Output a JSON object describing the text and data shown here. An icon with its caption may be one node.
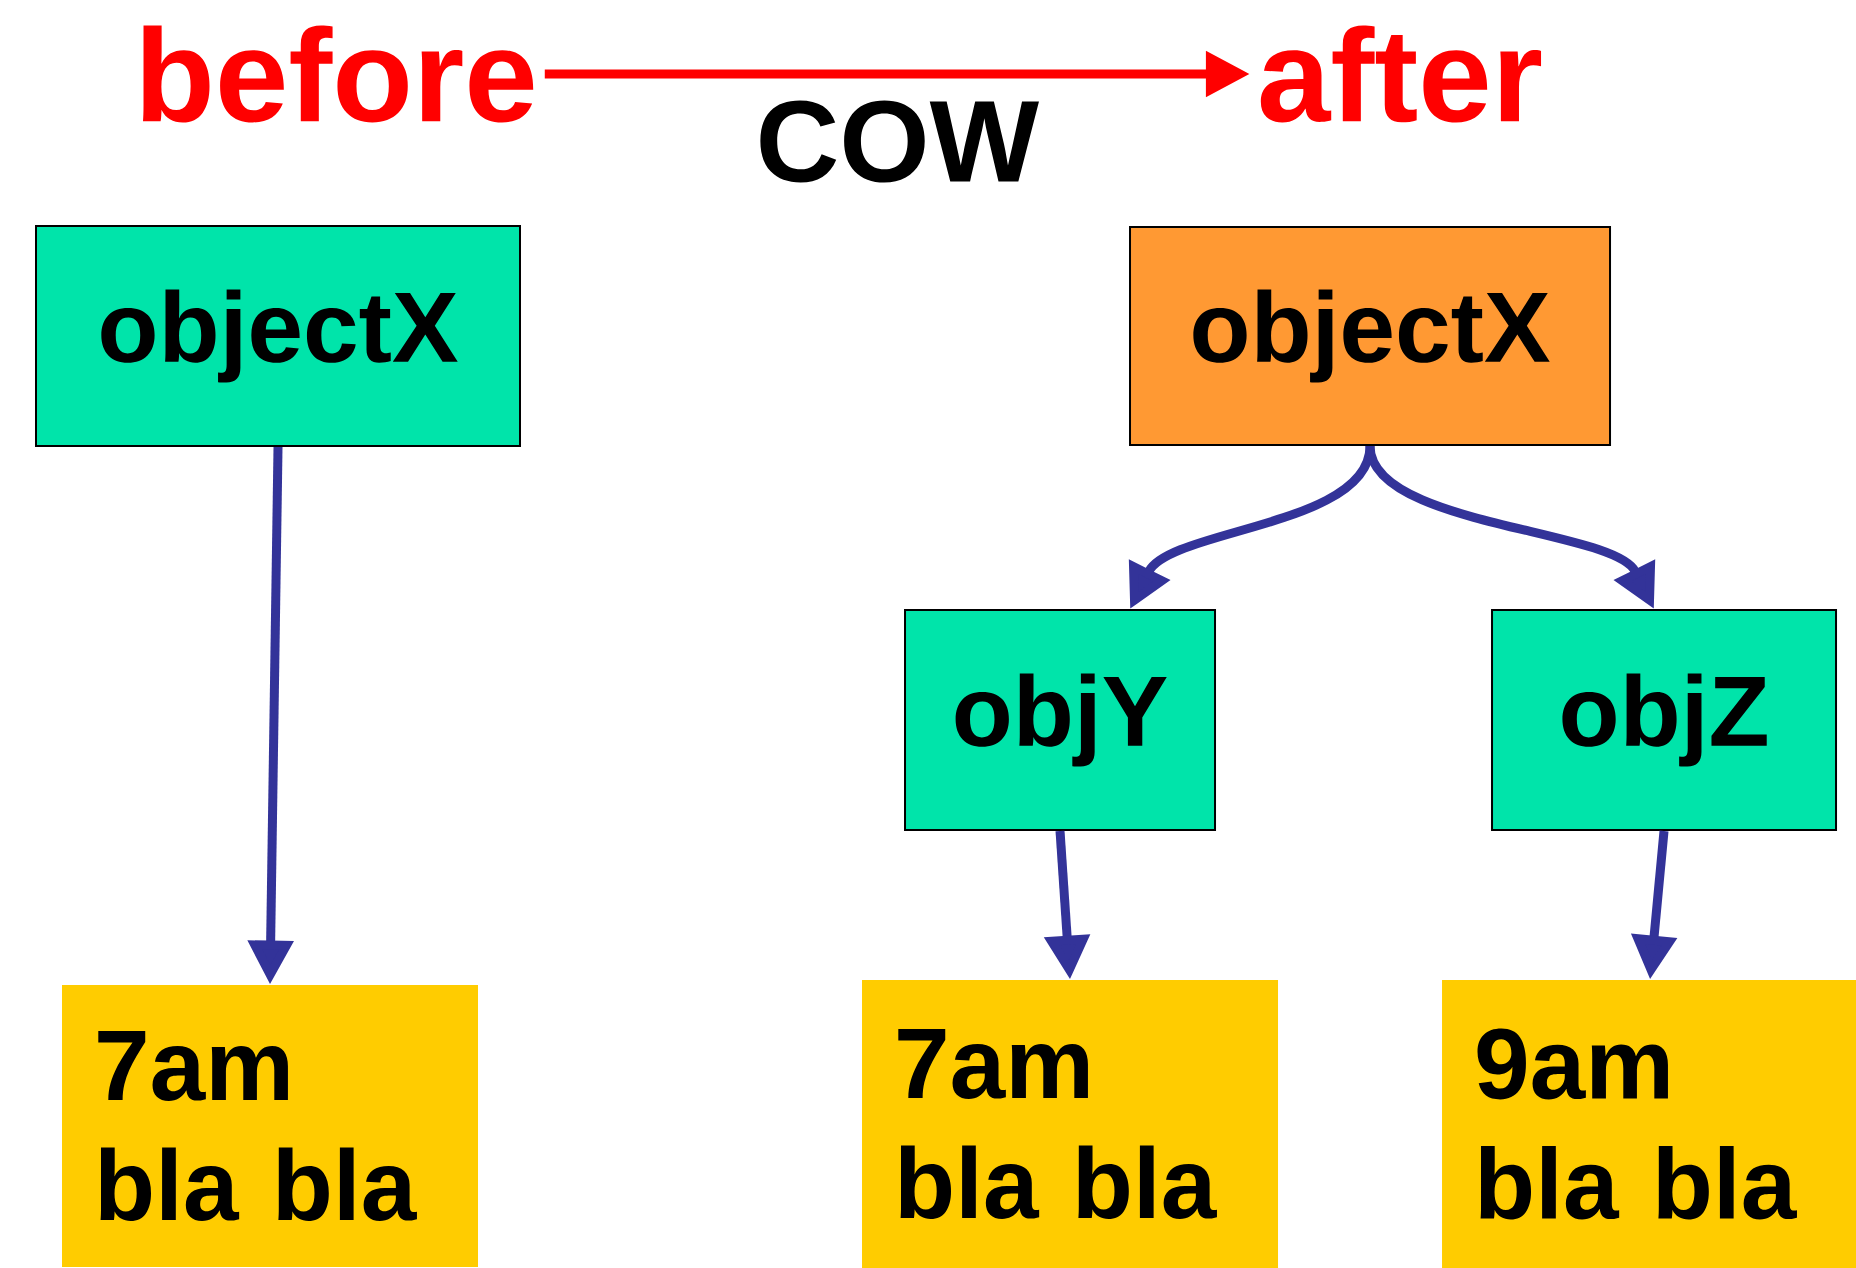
{
  "diagram": {
    "nodes": [
      {
        "text": [
          "before"
        ]
      },
      {
        "text": [
          "after"
        ]
      },
      {
        "text": [
          "objectX"
        ]
      },
      {
        "text": [
          "objectX"
        ]
      },
      {
        "text": [
          "objY"
        ]
      },
      {
        "text": [
          "objZ"
        ]
      },
      {
        "text": [
          "7am bla bla"
        ]
      },
      {
        "text": [
          "7am bla bla"
        ]
      },
      {
        "text": [
          "9am bla bla"
        ]
      }
    ],
    "edges": [
      {
        "from": 0,
        "to": 1,
        "arrow": "to",
        "label": "COW",
        "color": "#ff0000"
      },
      {
        "from": 2,
        "to": 6,
        "arrow": "to"
      },
      {
        "from": 3,
        "to": 4,
        "arrow": "to"
      },
      {
        "from": 3,
        "to": 5,
        "arrow": "to"
      },
      {
        "from": 4,
        "to": 7,
        "arrow": "to"
      },
      {
        "from": 5,
        "to": 8,
        "arrow": "to"
      }
    ]
  }
}
